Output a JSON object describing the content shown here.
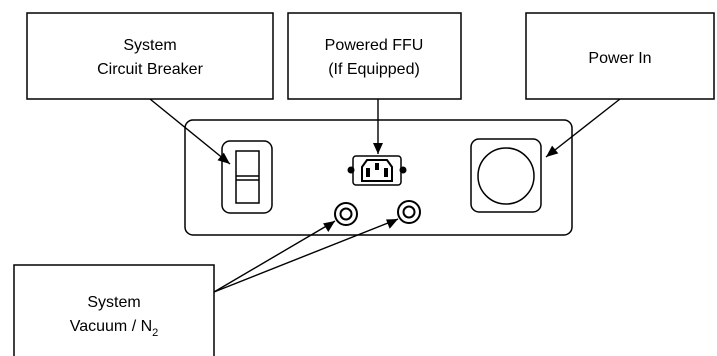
{
  "diagram": {
    "labels": {
      "breaker": {
        "line1": "System",
        "line2": "Circuit Breaker"
      },
      "ffu": {
        "line1": "Powered FFU",
        "line2": "(If Equipped)"
      },
      "power_in": {
        "line1": "Power In"
      },
      "vacuum": {
        "line1": "System",
        "line2_text": "Vacuum / N",
        "line2_sub": "2"
      }
    },
    "colors": {
      "stroke": "#000000",
      "background": "#ffffff"
    },
    "icons": {
      "breaker": "circuit-breaker-switch-icon",
      "ffu": "iec-power-socket-icon",
      "power_in": "round-power-inlet-icon",
      "fittings": "vacuum-fitting-icon"
    }
  }
}
